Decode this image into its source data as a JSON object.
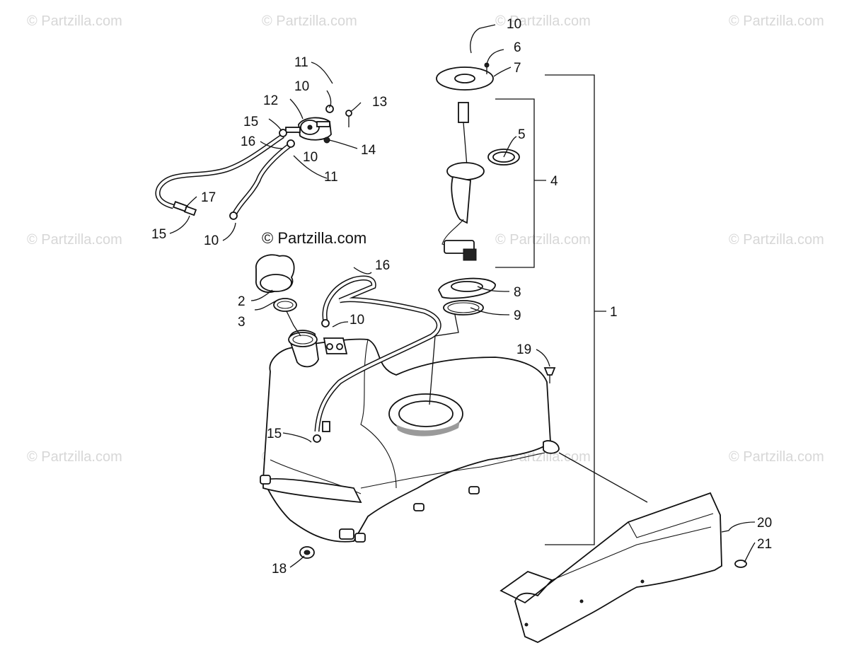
{
  "watermark": "© Partzilla.com",
  "credit": "© Partzilla.com",
  "callouts": [
    {
      "id": "c1",
      "text": "1"
    },
    {
      "id": "c2",
      "text": "2"
    },
    {
      "id": "c3",
      "text": "3"
    },
    {
      "id": "c4",
      "text": "4"
    },
    {
      "id": "c5",
      "text": "5"
    },
    {
      "id": "c6",
      "text": "6"
    },
    {
      "id": "c7",
      "text": "7"
    },
    {
      "id": "c8",
      "text": "8"
    },
    {
      "id": "c9",
      "text": "9"
    },
    {
      "id": "c10a",
      "text": "10"
    },
    {
      "id": "c10b",
      "text": "10"
    },
    {
      "id": "c10c",
      "text": "10"
    },
    {
      "id": "c10d",
      "text": "10"
    },
    {
      "id": "c10e",
      "text": "10"
    },
    {
      "id": "c11a",
      "text": "11"
    },
    {
      "id": "c11b",
      "text": "11"
    },
    {
      "id": "c12",
      "text": "12"
    },
    {
      "id": "c13",
      "text": "13"
    },
    {
      "id": "c14",
      "text": "14"
    },
    {
      "id": "c15a",
      "text": "15"
    },
    {
      "id": "c15b",
      "text": "15"
    },
    {
      "id": "c15c",
      "text": "15"
    },
    {
      "id": "c16a",
      "text": "16"
    },
    {
      "id": "c16b",
      "text": "16"
    },
    {
      "id": "c17",
      "text": "17"
    },
    {
      "id": "c18",
      "text": "18"
    },
    {
      "id": "c19",
      "text": "19"
    },
    {
      "id": "c20",
      "text": "20"
    },
    {
      "id": "c21",
      "text": "21"
    }
  ]
}
